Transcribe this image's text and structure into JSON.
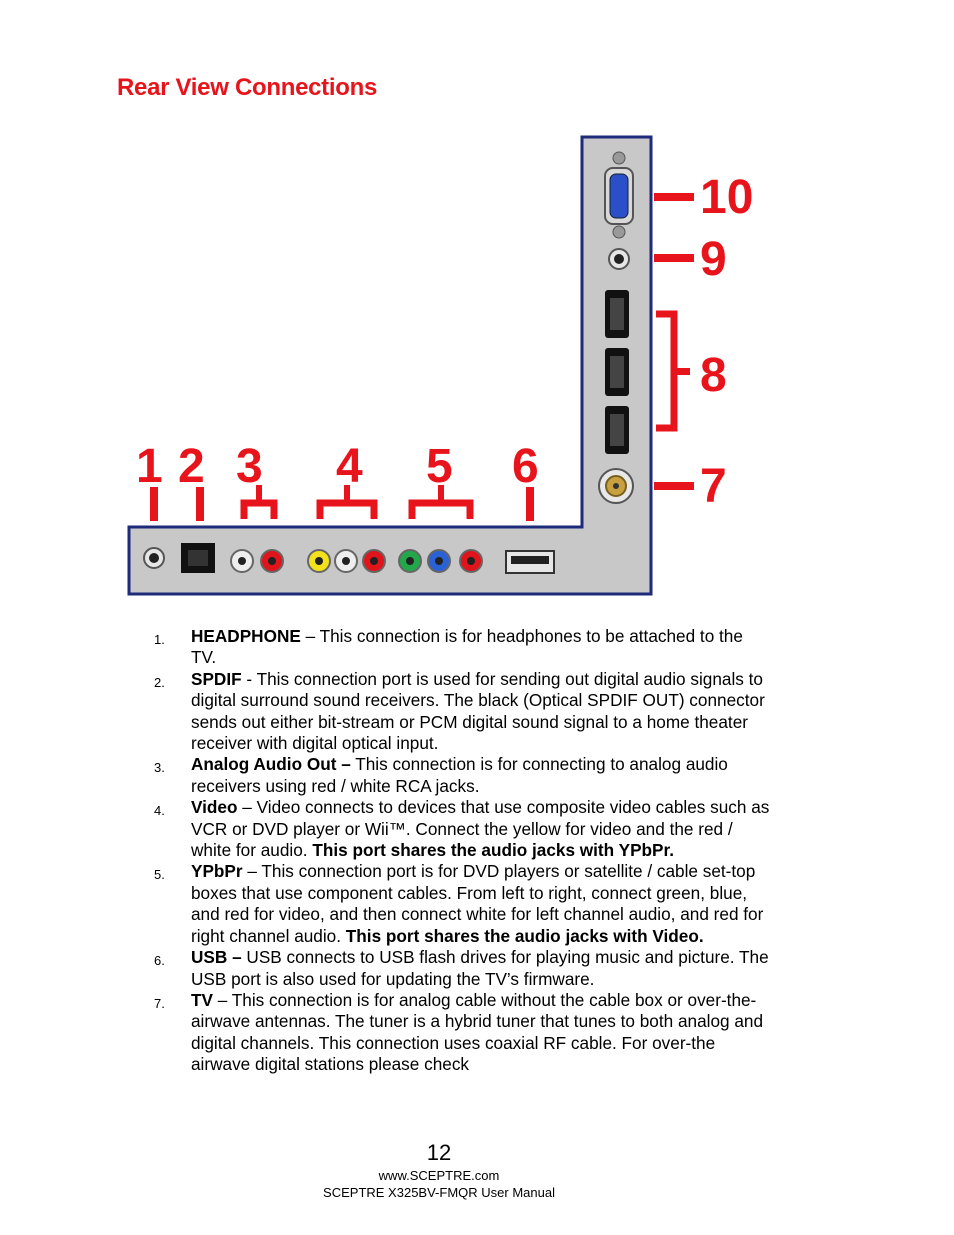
{
  "title": "Rear View Connections",
  "colors": {
    "accent": "#e8141b",
    "panel": "#c8c8c8",
    "border": "#1e2a7a"
  },
  "callouts": {
    "c1": "1",
    "c2": "2",
    "c3": "3",
    "c4": "4",
    "c5": "5",
    "c6": "6",
    "c7": "7",
    "c8": "8",
    "c9": "9",
    "c10": "10"
  },
  "items": [
    {
      "num": "1.",
      "name": "HEADPHONE",
      "text": " – This connection is for headphones to be attached to the TV."
    },
    {
      "num": "2.",
      "name": "SPDIF",
      "text": " - This connection port is used for sending out digital audio signals to digital surround sound receivers.  The black (Optical SPDIF OUT) connector sends out either bit-stream or PCM digital sound signal to a home theater receiver with digital optical input."
    },
    {
      "num": "3.",
      "name": "Analog Audio Out –",
      "text": " This connection is for connecting to analog audio receivers using red / white RCA jacks."
    },
    {
      "num": "4.",
      "name": "Video",
      "text": " – Video connects to devices that use composite video cables such as VCR or DVD player or Wii™.  Connect the yellow for video and the red / white for audio.  ",
      "bold_tail": "This port shares the audio jacks with YPbPr."
    },
    {
      "num": "5.",
      "name": "YPbPr",
      "text": " – This connection port is for DVD players or satellite / cable set-top boxes that use component cables.  From left to right, connect green, blue, and red for video, and then connect white for left channel audio, and red for right channel audio. ",
      "bold_tail": "This port shares the audio jacks with Video."
    },
    {
      "num": "6.",
      "name": "USB –",
      "text": " USB connects to USB flash drives for playing music and picture.  The USB port is also used for updating the TV’s firmware."
    },
    {
      "num": "7.",
      "name": "TV",
      "text": " – This connection is for analog cable without the cable box or over-the-airwave antennas. The tuner is a hybrid tuner that tunes to both analog and digital channels.  This connection uses coaxial RF cable.  For over-the airwave digital stations please check"
    }
  ],
  "footer": {
    "page_number": "12",
    "website": "www.SCEPTRE.com",
    "manual": "SCEPTRE X325BV-FMQR User Manual"
  }
}
